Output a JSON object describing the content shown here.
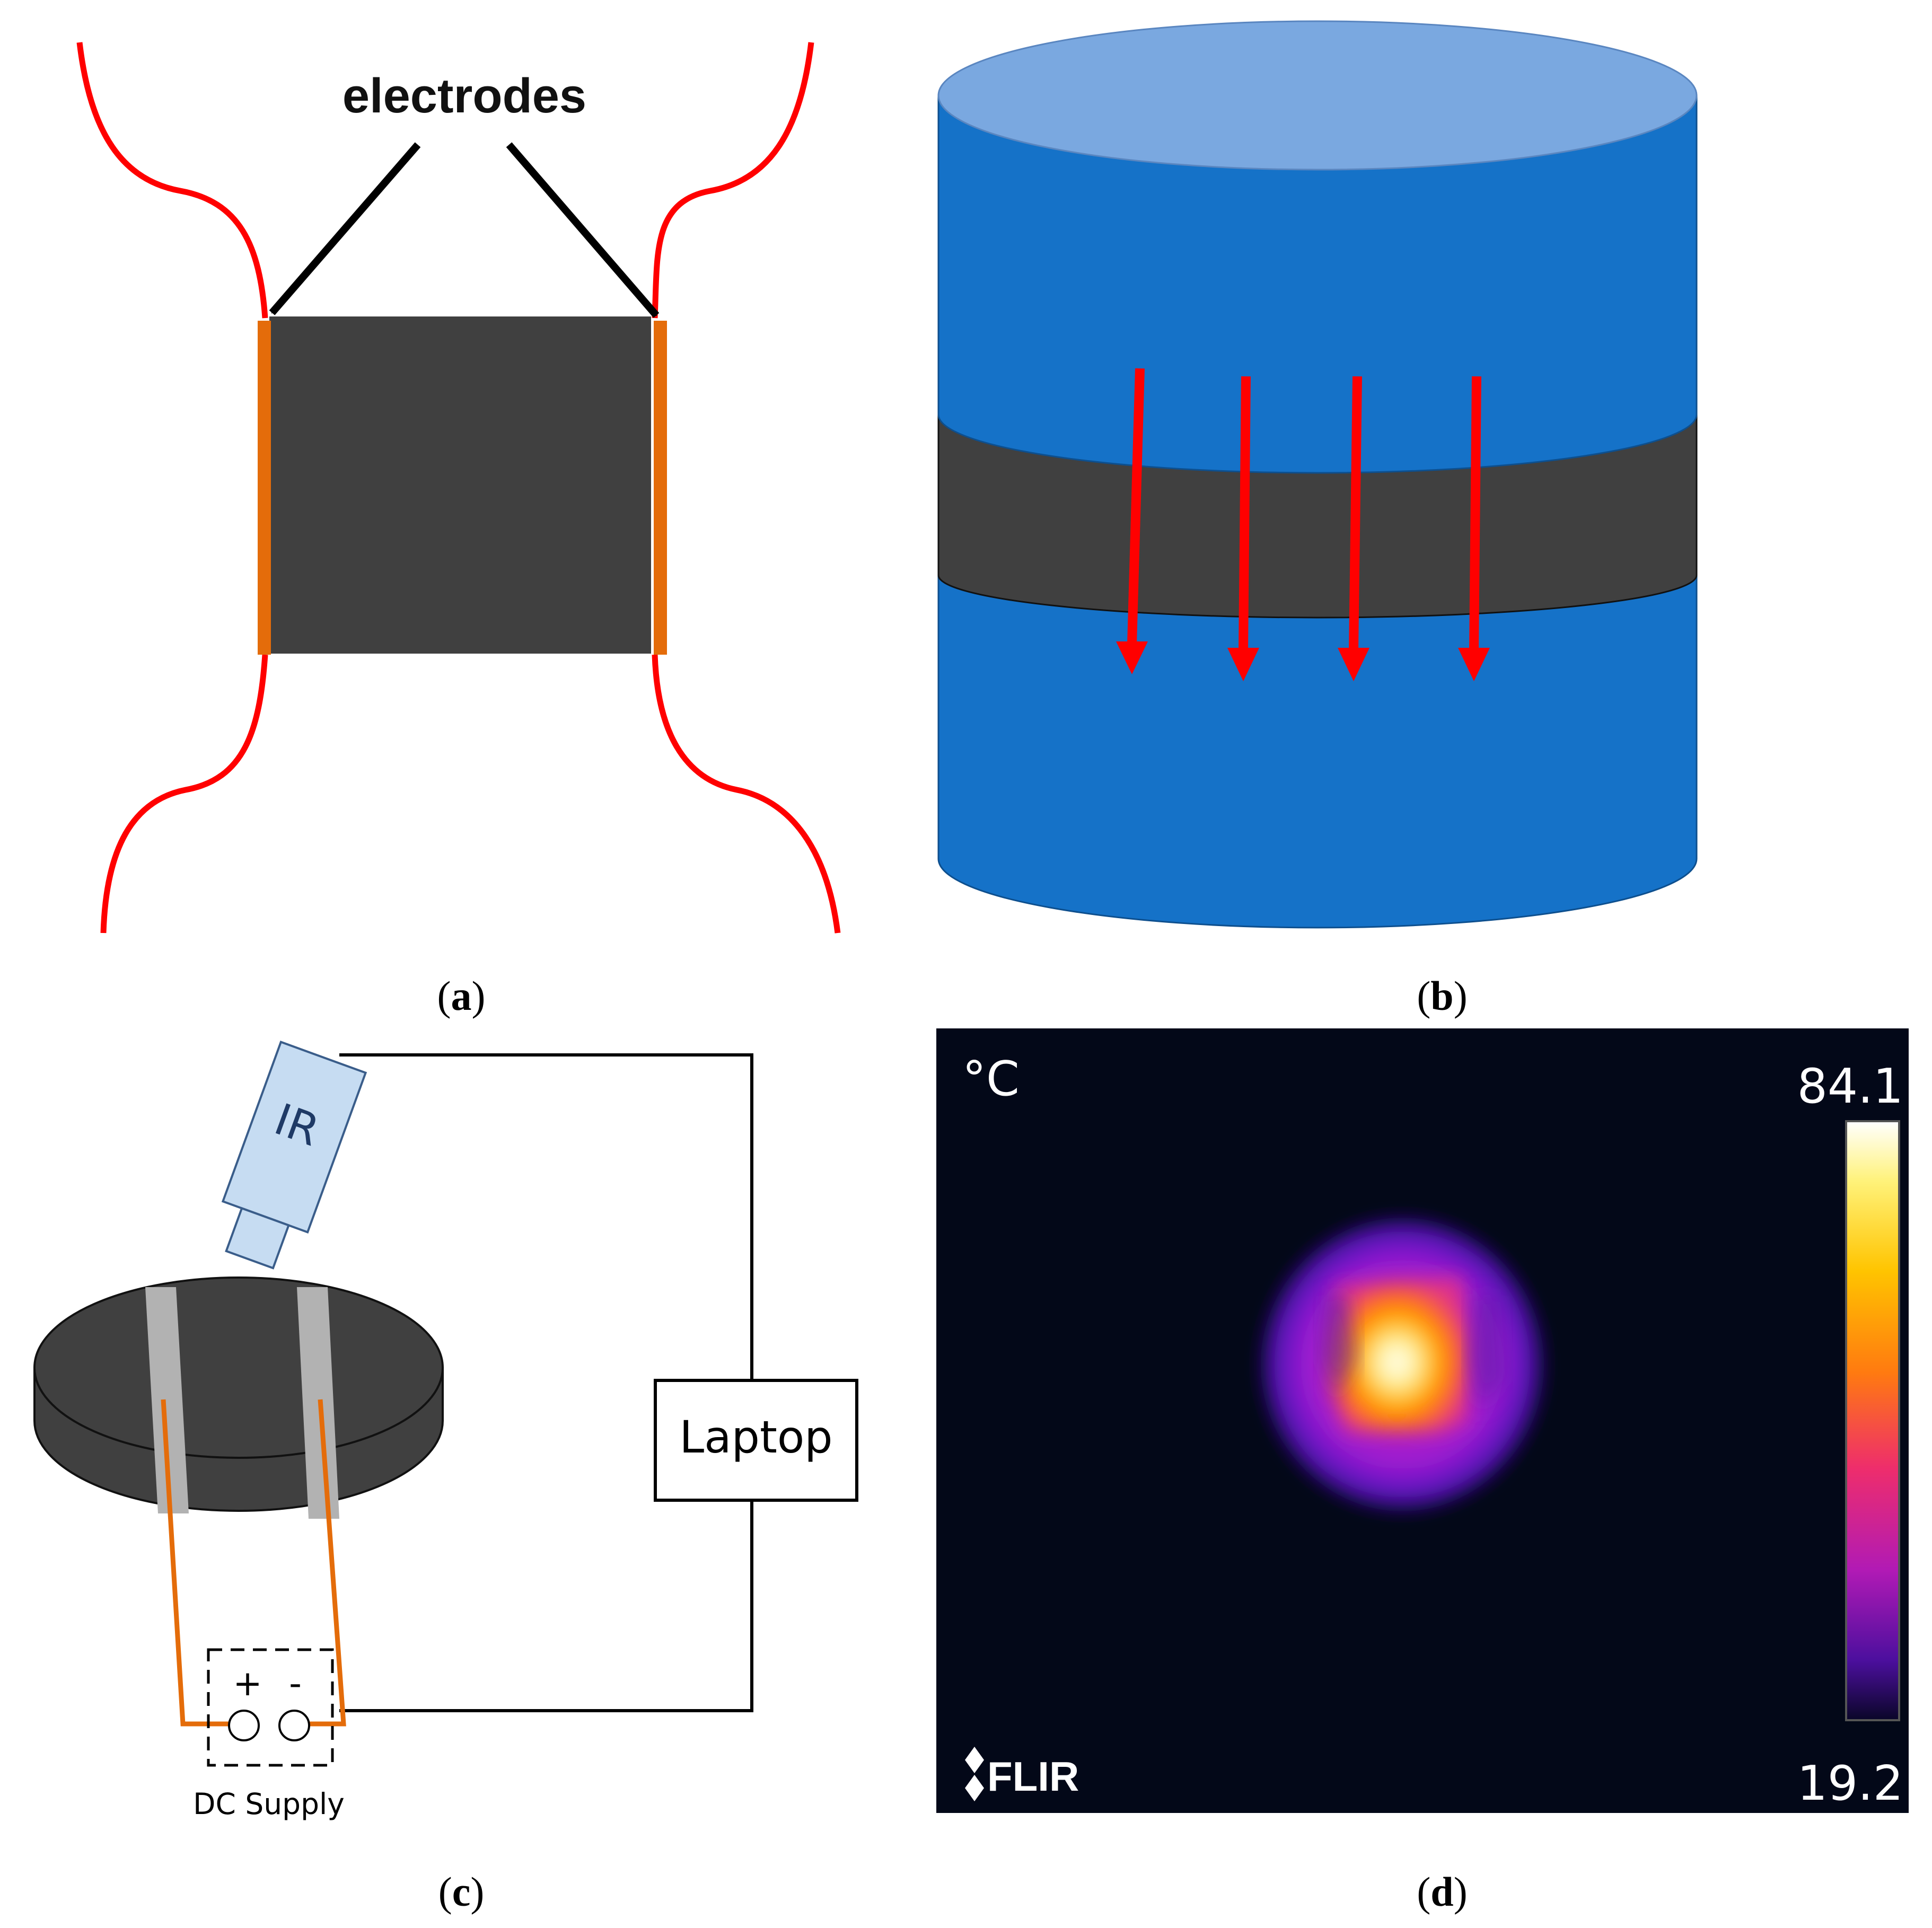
{
  "panel_a": {
    "label": "electrodes",
    "caption_open": "(",
    "caption_letter": "a",
    "caption_close": ")"
  },
  "panel_b": {
    "caption_open": "(",
    "caption_letter": "b",
    "caption_close": ")"
  },
  "panel_c": {
    "ir": "IR",
    "laptop": "Laptop",
    "plus": "+",
    "minus": "-",
    "supply": "DC Supply",
    "caption_open": "(",
    "caption_letter": "c",
    "caption_close": ")"
  },
  "panel_d": {
    "unit": "°C",
    "max": "84.1",
    "min": "19.2",
    "logo": "FLIR",
    "caption_open": "(",
    "caption_letter": "d",
    "caption_close": ")"
  },
  "colors": {
    "wire_red": "#ff0000",
    "electrode_orange": "#e46c0a",
    "sample_dark": "#404040",
    "cylinder_blue": "#1572c8",
    "cylinder_top": "#7aa8e0",
    "ir_fill": "#c6dcf2",
    "strip_gray": "#b2b2b2",
    "thermal_bg": "#030818"
  }
}
